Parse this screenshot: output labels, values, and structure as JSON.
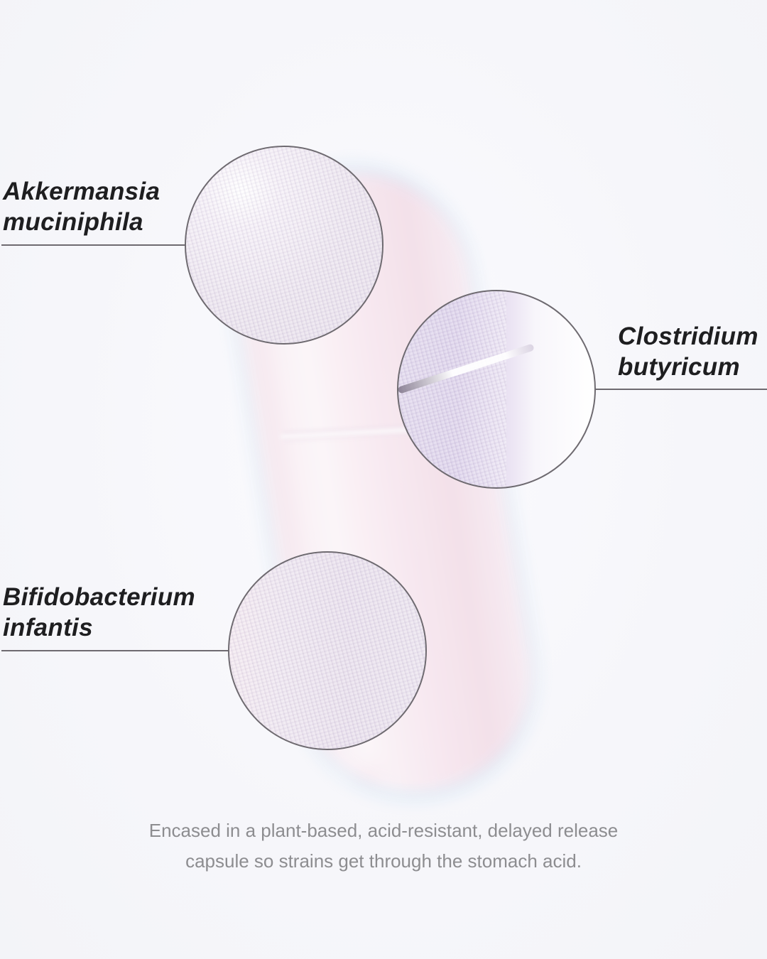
{
  "strains": [
    {
      "line1": "Akkermansia",
      "line2": "muciniphila",
      "side": "left"
    },
    {
      "line1": "Clostridium",
      "line2": "butyricum",
      "side": "right"
    },
    {
      "line1": "Bifidobacterium",
      "line2": "infantis",
      "side": "left"
    }
  ],
  "caption": {
    "line1": "Encased in a plant-based, acid-resistant, delayed release",
    "line2": "capsule so strains get through the stomach acid."
  },
  "colors": {
    "background": "#f6f6fa",
    "capsule": "#f5e3ec",
    "label_text": "#1e1e20",
    "caption_text": "#8d8d90",
    "leader_line": "#6e6a70"
  }
}
